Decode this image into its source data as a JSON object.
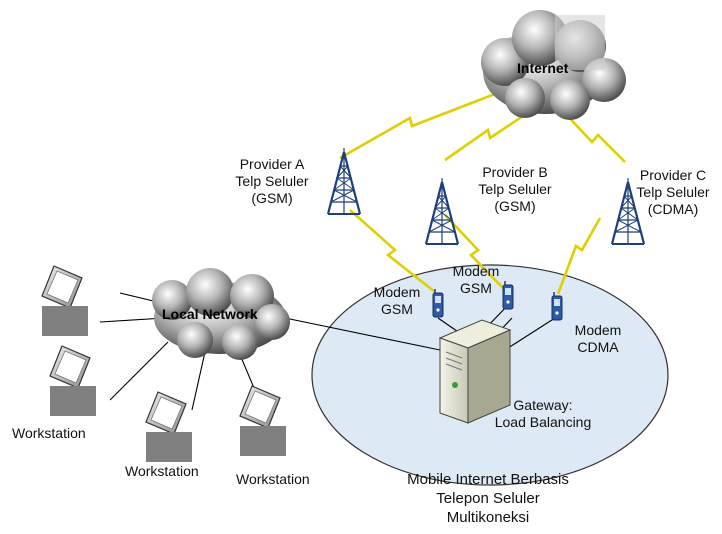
{
  "internet": {
    "label": "Internet"
  },
  "local_network": {
    "label": "Local Network"
  },
  "providers": [
    {
      "name": "Provider A",
      "type": "Telp Seluler",
      "tech": "(GSM)"
    },
    {
      "name": "Provider B",
      "type": "Telp Seluler",
      "tech": "(GSM)"
    },
    {
      "name": "Provider C",
      "type": "Telp Seluler",
      "tech": "(CDMA)"
    }
  ],
  "modems": [
    {
      "line1": "Modem",
      "line2": "GSM"
    },
    {
      "line1": "Modem",
      "line2": "GSM"
    },
    {
      "line1": "Modem",
      "line2": "CDMA"
    }
  ],
  "gateway": {
    "line1": "Gateway:",
    "line2": "Load Balancing"
  },
  "workstations": [
    "Workstation",
    "Workstation",
    "Workstation"
  ],
  "caption": {
    "line1": "Mobile Internet Berbasis",
    "line2": "Telepon Seluler",
    "line3": "Multikoneksi"
  },
  "colors": {
    "lightning": "#f2f21a",
    "ellipse_fill": "#dde9f5",
    "tower": "#1f3f7a",
    "modem": "#2f5aa8"
  }
}
